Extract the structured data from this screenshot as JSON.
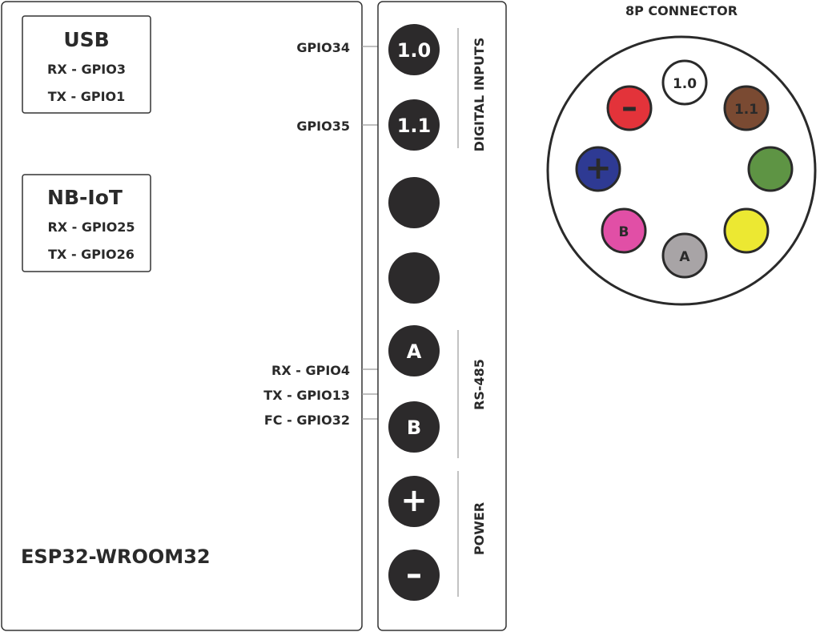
{
  "board": {
    "name": "ESP32-WROOM32",
    "usb": {
      "title": "USB",
      "rx": "RX - GPIO3",
      "tx": "TX - GPIO1"
    },
    "nbiot": {
      "title": "NB-IoT",
      "rx": "RX - GPIO25",
      "tx": "TX - GPIO26"
    },
    "pin_labels": {
      "gpio34": "GPIO34",
      "gpio35": "GPIO35",
      "rx": "RX - GPIO4",
      "tx": "TX - GPIO13",
      "fc": "FC - GPIO32"
    }
  },
  "terminal": {
    "pins": [
      "1.0",
      "1.1",
      "",
      "",
      "A",
      "B",
      "+",
      "–"
    ],
    "groups": {
      "digital": "DIGITAL INPUTS",
      "rs485": "RS-485",
      "power": "POWER"
    }
  },
  "connector": {
    "title": "8P CONNECTOR",
    "pins": [
      {
        "label": "1.0",
        "color": "#ffffff"
      },
      {
        "label": "1.1",
        "color": "#7a4a32"
      },
      {
        "label": "",
        "color": "#5e9444"
      },
      {
        "label": "",
        "color": "#ece832"
      },
      {
        "label": "A",
        "color": "#a8a4a6"
      },
      {
        "label": "B",
        "color": "#e14fa6"
      },
      {
        "label": "+",
        "color": "#2e3a93"
      },
      {
        "label": "–",
        "color": "#e3333a"
      }
    ]
  }
}
